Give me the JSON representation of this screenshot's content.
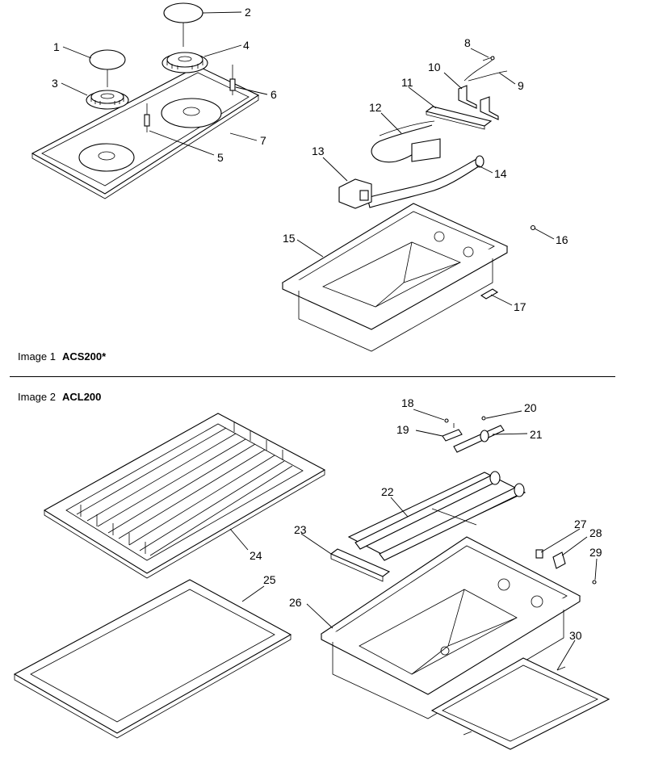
{
  "sections": [
    {
      "prefix": "Image 1",
      "model": "ACS200*"
    },
    {
      "prefix": "Image 2",
      "model": "ACL200"
    }
  ],
  "callouts": [
    "1",
    "2",
    "3",
    "4",
    "5",
    "6",
    "7",
    "8",
    "9",
    "10",
    "11",
    "12",
    "13",
    "14",
    "15",
    "16",
    "17",
    "18",
    "19",
    "20",
    "21",
    "22",
    "23",
    "24",
    "25",
    "26",
    "27",
    "28",
    "29",
    "30"
  ]
}
